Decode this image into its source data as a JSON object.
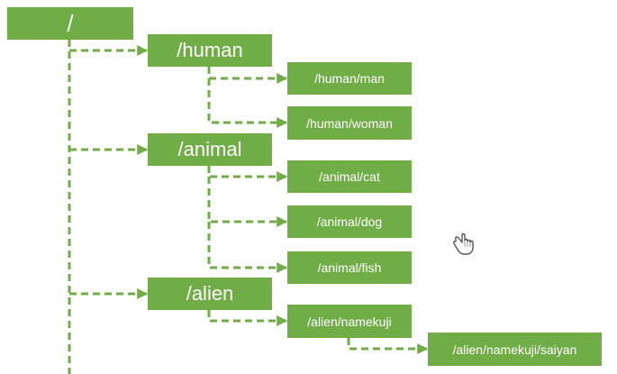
{
  "tree": {
    "root": {
      "label": "/"
    },
    "human": {
      "label": "/human",
      "children": [
        "/human/man",
        "/human/woman"
      ]
    },
    "animal": {
      "label": "/animal",
      "children": [
        "/animal/cat",
        "/animal/dog",
        "/animal/fish"
      ]
    },
    "alien": {
      "label": "/alien",
      "children": [
        "/alien/namekuji"
      ],
      "grandchild": "/alien/namekuji/saiyan"
    }
  },
  "colors": {
    "node_fill": "#70ad47",
    "connector": "#70ad47",
    "text": "#ffffff"
  },
  "icons": {
    "cursor": "hand-pointer-icon"
  }
}
